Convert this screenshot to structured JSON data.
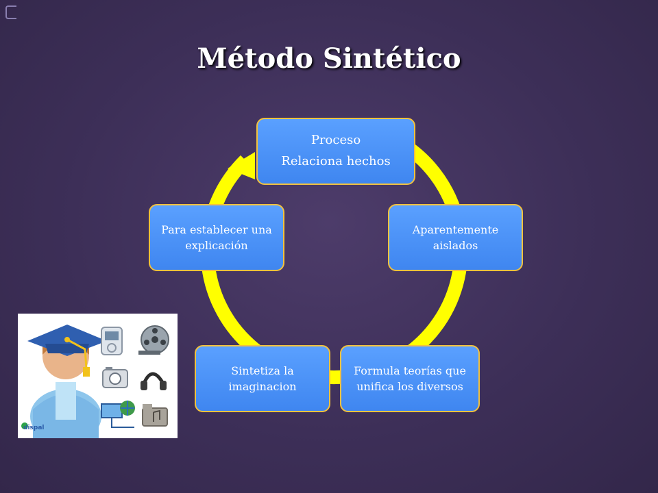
{
  "slide": {
    "title": "Método Sintético"
  },
  "cycle": {
    "arrow_color": "#ffff00",
    "box_fill": "#4a90f5",
    "box_border": "#f3c23d",
    "nodes": [
      {
        "lines": [
          "Proceso",
          "Relaciona hechos"
        ]
      },
      {
        "lines": [
          "Aparentemente",
          "aislados"
        ]
      },
      {
        "lines": [
          "Formula teorías que",
          "unifica los diversos"
        ]
      },
      {
        "lines": [
          "Sintetiza la",
          "imaginacion"
        ]
      },
      {
        "lines": [
          "Para establecer una",
          "explicación"
        ]
      }
    ]
  },
  "illustration": {
    "logo_text": "dispal"
  }
}
